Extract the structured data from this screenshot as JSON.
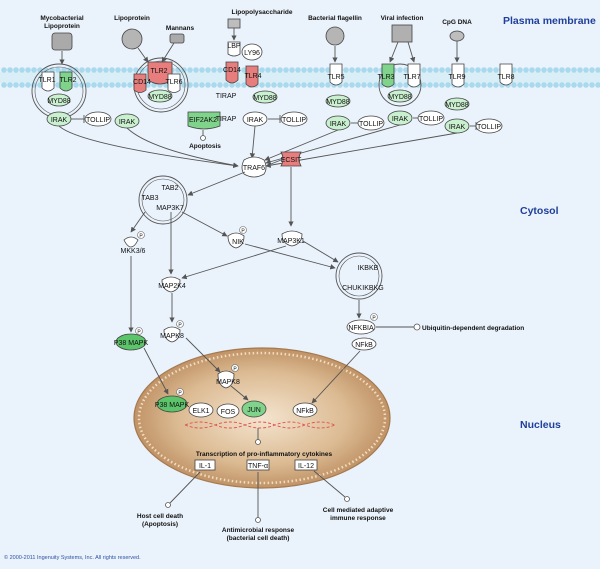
{
  "regions": {
    "plasma_membrane": "Plasma membrane",
    "cytosol": "Cytosol",
    "nucleus": "Nucleus"
  },
  "ligands": {
    "mycobacterial_lipoprotein_line1": "Mycobacterial",
    "mycobacterial_lipoprotein_line2": "Lipoprotein",
    "lipoprotein": "Lipoprotein",
    "mannans": "Mannans",
    "lipopolysaccharide": "Lipopolysaccharide",
    "bacterial_flagellin": "Bacterial flagellin",
    "viral_infection": "Viral infection",
    "cpg_dna": "CpG DNA"
  },
  "membrane_nodes": {
    "tlr1": "TLR1",
    "tlr2_a": "TLR2",
    "myd88_a": "MYD88",
    "tlr2_b": "TLR2",
    "cd14_a": "CD14",
    "tlr6": "TLR6",
    "myd88_b": "MYD88",
    "lbp": "LBP",
    "ly96": "LY96",
    "cd14_b": "CD14",
    "tlr4": "TLR4",
    "tirap_a": "TIRAP",
    "myd88_c": "MYD88",
    "tlr5": "TLR5",
    "tlr3": "TLR3",
    "tlr7": "TLR7",
    "tlr9": "TLR9",
    "tlr8": "TLR8",
    "myd88_d": "MYD88",
    "myd88_e": "MYD88",
    "myd88_f": "MYD88"
  },
  "adaptors": {
    "irak_1": "IRAK",
    "tollip_1": "TOLLIP",
    "irak_2": "IRAK",
    "eif2ak2": "EIF2AK2",
    "apoptosis": "Apoptosis",
    "tirap_b": "TIRAP",
    "irak_3": "IRAK",
    "tollip_3": "TOLLIP",
    "irak_4": "IRAK",
    "tollip_4": "TOLLIP",
    "irak_5": "IRAK",
    "tollip_5": "TOLLIP",
    "irak_6": "IRAK",
    "tollip_6": "TOLLIP"
  },
  "cytosol_nodes": {
    "traf6": "TRAF6",
    "ecsit": "ECSIT",
    "tab2": "TAB2",
    "tab3": "TAB3",
    "map3k7": "MAP3K7",
    "mkk3_6": "MKK3/6",
    "nik": "NIK",
    "map3k1": "MAP3K1",
    "ikbkb": "IKBKB",
    "chuk": "CHUK",
    "ikbkg": "IKBKG",
    "map2k4": "MAP2K4",
    "mapk8": "MAPK8",
    "p38_mapk": "P38 MAPK",
    "nfkbia": "NFKBIA",
    "nfkb": "NFkB",
    "ubiquitin_degradation": "Ubiquitin-dependent degradation",
    "phospho": "P"
  },
  "nucleus_nodes": {
    "mapk8": "MAPK8",
    "p38_mapk": "P38 MAPK",
    "elk1": "ELK1",
    "fos": "FOS",
    "jun": "JUN",
    "nfkb": "NFkB",
    "transcription": "Transcription of pro-inflammatory cytokines",
    "il1": "IL-1",
    "tnfa": "TNF-α",
    "il12": "IL-12"
  },
  "outcomes": {
    "host_death_line1": "Host cell death",
    "host_death_line2": "(Apoptosis)",
    "antimicrobial_line1": "Antimicrobial response",
    "antimicrobial_line2": "(bacterial cell death)",
    "adaptive_line1": "Cell mediated adaptive",
    "adaptive_line2": "immune response"
  },
  "copyright": "© 2000-2011 Ingenuity Systems, Inc. All rights reserved.",
  "colors": {
    "background": "#eaf2fb",
    "region_label": "#1f3f9a",
    "activated_green": "#7fd38a",
    "inhibited_red": "#e87d7d",
    "membrane_head": "#a9d9ec",
    "nucleus_fill": "#d7b48c"
  }
}
